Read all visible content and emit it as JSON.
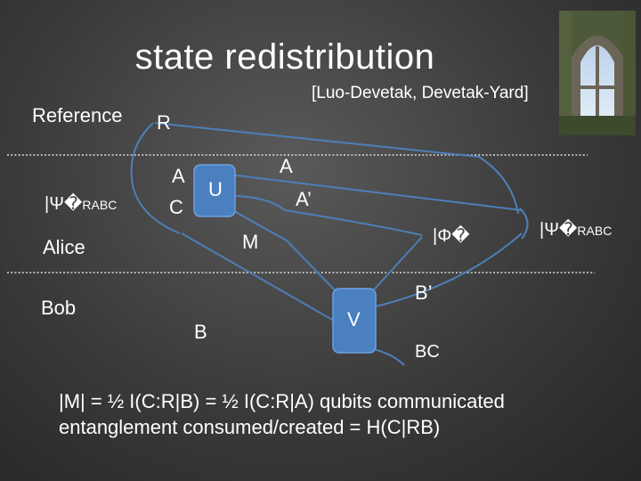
{
  "slide": {
    "title": "state redistribution",
    "citation": "[Luo-Devetak, Devetak-Yard]"
  },
  "parties": {
    "reference": "Reference",
    "alice": "Alice",
    "bob": "Bob"
  },
  "labels": {
    "R": "R",
    "A": "A",
    "C": "C",
    "A_top": "A",
    "A_prime": "A’",
    "M": "M",
    "B": "B",
    "B_prime": "B’",
    "BC": "BC"
  },
  "states": {
    "input": {
      "symbol": "|Ψ�",
      "subscript": "RABC"
    },
    "output": {
      "symbol": "|Ψ�",
      "subscript": "RABC"
    },
    "phi": {
      "symbol": "|Φ�"
    }
  },
  "operations": {
    "U": "U",
    "V": "V"
  },
  "formula": {
    "line1": "|M| = ½ I(C:R|B) = ½ I(C:R|A) qubits communicated",
    "line2": "entanglement consumed/created = H(C|RB)"
  },
  "colors": {
    "box_fill": "#4a7fc0",
    "box_border": "#6fa0e0",
    "wire": "#4e7fb8",
    "dotted": "#dddddd"
  }
}
